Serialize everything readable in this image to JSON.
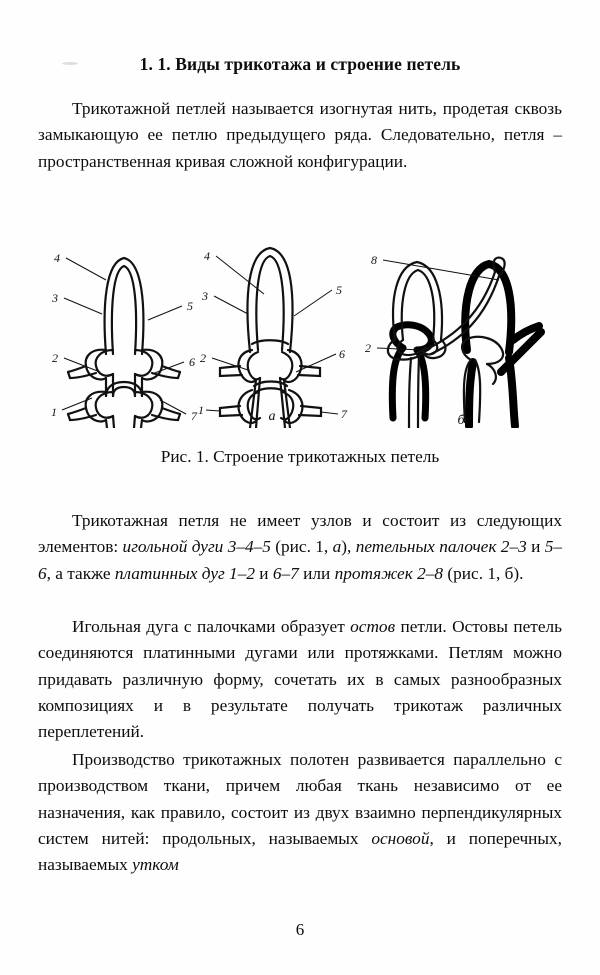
{
  "document": {
    "section_number": "1. 1.",
    "title": "1. 1. Виды трикотажа и строение петель",
    "page_number": "6",
    "language": "ru"
  },
  "paragraphs": {
    "p1_run1": "Трикотажной петлей называется изогнутая нить, продетая сквозь замыкающую ее петлю предыдущего  ряда. Следовательно, петля – пространственная кривая сложной конфигурации.",
    "p2_run1": "Трикотажная петля не имеет узлов и состоит из следующих элементов: ",
    "p2_it1": "игольной дуги 3–4–5",
    "p2_run2": " (рис. 1, ",
    "p2_it2": "а",
    "p2_run3": "), ",
    "p2_it3": "петельных палочек 2–3",
    "p2_run4": " и ",
    "p2_it4": "5–6",
    "p2_run5": ", а также ",
    "p2_it5": "платинных дуг 1–2",
    "p2_run6": " и ",
    "p2_it6": "6–7",
    "p2_run7": " или ",
    "p2_it7": "протяжек 2–8",
    "p2_run8": " (рис. 1, б).",
    "p3_run1": "Игольная дуга с палочками образует ",
    "p3_it1": "остов",
    "p3_run2": " петли. Остовы петель соединяются платинными дугами или протяжками. Петлям можно придавать различную форму, сочетать их в самых разнообразных композициях и в результате получать трикотаж различных переплетений.",
    "p4_run1": "Производство трикотажных полотен развивается параллельно с производством ткани, причем любая ткань независимо от ее назначения, как правило, состоит из двух взаимно перпендикулярных систем нитей: продольных, называемых ",
    "p4_it1": "основой",
    "p4_run2": ", и поперечных, называемых ",
    "p4_it2": "утком"
  },
  "figure": {
    "caption": "Рис. 1. Строение трикотажных петель",
    "panels": [
      {
        "id": "a",
        "letter": "а",
        "description": "outline-drawn knitted loop column, front view",
        "labels_left": [
          "4",
          "3",
          "2",
          "1"
        ],
        "labels_right": [
          "5",
          "6",
          "7"
        ]
      },
      {
        "id": "a2",
        "letter": "",
        "description": "outline-drawn knitted loop column, side view",
        "labels_left": [
          "4",
          "3",
          "2",
          "1"
        ],
        "labels_right": [
          "5",
          "6",
          "7"
        ]
      },
      {
        "id": "b",
        "letter": "б",
        "description": "two interlocking loops with connecting float thread, solid black and outline yarns",
        "labels_left": [
          "8",
          "2"
        ],
        "labels_right": []
      }
    ]
  },
  "colors": {
    "page_background": "#fefefe",
    "ink": "#0d0d0d",
    "yarn_outline": "#111111",
    "yarn_solid": "#000000"
  }
}
